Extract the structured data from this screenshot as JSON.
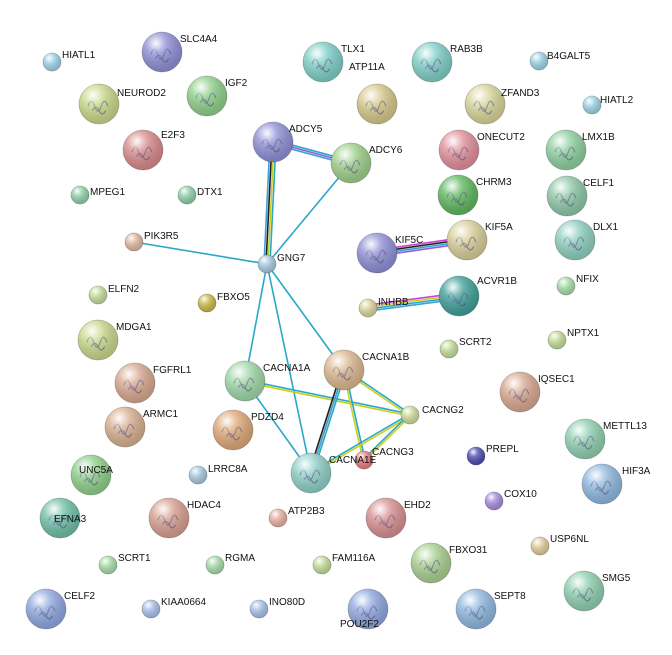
{
  "network": {
    "nodes": [
      {
        "id": "HIATL1",
        "label": "HIATL1",
        "color": "#9ed3e6",
        "icon": "empty-node"
      },
      {
        "id": "SLC4A4",
        "label": "SLC4A4",
        "color": "#8f8fd6",
        "icon": "protein-structure"
      },
      {
        "id": "TLX1",
        "label": "TLX1",
        "color": "#7fcfc8",
        "icon": "protein-structure"
      },
      {
        "id": "RAB3B",
        "label": "RAB3B",
        "color": "#7fcfc8",
        "icon": "protein-structure"
      },
      {
        "id": "B4GALT5",
        "label": "B4GALT5",
        "color": "#9ed3e6",
        "icon": "empty-node"
      },
      {
        "id": "NEUROD2",
        "label": "NEUROD2",
        "color": "#c9d889",
        "icon": "protein-structure"
      },
      {
        "id": "IGF2",
        "label": "IGF2",
        "color": "#8fd08a",
        "icon": "protein-structure"
      },
      {
        "id": "ATP11A",
        "label": "ATP11A",
        "color": "#d6c98a",
        "icon": "protein-structure"
      },
      {
        "id": "ZFAND3",
        "label": "ZFAND3",
        "color": "#d9d59a",
        "icon": "protein-structure"
      },
      {
        "id": "HIATL2",
        "label": "HIATL2",
        "color": "#9ed3e6",
        "icon": "empty-node"
      },
      {
        "id": "E2F3",
        "label": "E2F3",
        "color": "#d98a8a",
        "icon": "protein-structure"
      },
      {
        "id": "ADCY5",
        "label": "ADCY5",
        "color": "#8f8fd6",
        "icon": "protein-structure"
      },
      {
        "id": "ADCY6",
        "label": "ADCY6",
        "color": "#9fd08a",
        "icon": "protein-structure"
      },
      {
        "id": "ONECUT2",
        "label": "ONECUT2",
        "color": "#e28f9b",
        "icon": "protein-structure"
      },
      {
        "id": "LMX1B",
        "label": "LMX1B",
        "color": "#8fd0a0",
        "icon": "protein-structure"
      },
      {
        "id": "MPEG1",
        "label": "MPEG1",
        "color": "#8fd0a8",
        "icon": "empty-node"
      },
      {
        "id": "DTX1",
        "label": "DTX1",
        "color": "#8fd0a8",
        "icon": "empty-node"
      },
      {
        "id": "CHRM3",
        "label": "CHRM3",
        "color": "#5fb85f",
        "icon": "protein-structure"
      },
      {
        "id": "CELF1",
        "label": "CELF1",
        "color": "#8fc8a8",
        "icon": "protein-structure"
      },
      {
        "id": "PIK3R5",
        "label": "PIK3R5",
        "color": "#e0b8a0",
        "icon": "empty-node"
      },
      {
        "id": "GNG7",
        "label": "GNG7",
        "color": "#a8c8e0",
        "icon": "empty-node"
      },
      {
        "id": "KIF5C",
        "label": "KIF5C",
        "color": "#8f8fd6",
        "icon": "protein-structure"
      },
      {
        "id": "KIF5A",
        "label": "KIF5A",
        "color": "#d9cf9a",
        "icon": "protein-structure"
      },
      {
        "id": "DLX1",
        "label": "DLX1",
        "color": "#8fd0c0",
        "icon": "protein-structure"
      },
      {
        "id": "ELFN2",
        "label": "ELFN2",
        "color": "#c4dc9a",
        "icon": "empty-node"
      },
      {
        "id": "FBXO5",
        "label": "FBXO5",
        "color": "#c8b84a",
        "icon": "empty-node"
      },
      {
        "id": "ACVR1B",
        "label": "ACVR1B",
        "color": "#3f9f9a",
        "icon": "protein-structure"
      },
      {
        "id": "NFIX",
        "label": "NFIX",
        "color": "#a8dca8",
        "icon": "empty-node"
      },
      {
        "id": "INHBB",
        "label": "INHBB",
        "color": "#d9d59a",
        "icon": "empty-node"
      },
      {
        "id": "MDGA1",
        "label": "MDGA1",
        "color": "#c9d889",
        "icon": "protein-structure"
      },
      {
        "id": "SCRT2",
        "label": "SCRT2",
        "color": "#c4dc9a",
        "icon": "empty-node"
      },
      {
        "id": "NPTX1",
        "label": "NPTX1",
        "color": "#c4dc9a",
        "icon": "empty-node"
      },
      {
        "id": "CACNA1A",
        "label": "CACNA1A",
        "color": "#9fd8a8",
        "icon": "protein-structure"
      },
      {
        "id": "CACNA1B",
        "label": "CACNA1B",
        "color": "#dcb890",
        "icon": "protein-structure"
      },
      {
        "id": "FGFRL1",
        "label": "FGFRL1",
        "color": "#d8a890",
        "icon": "protein-structure"
      },
      {
        "id": "IQSEC1",
        "label": "IQSEC1",
        "color": "#d8a890",
        "icon": "protein-structure"
      },
      {
        "id": "CACNG2",
        "label": "CACNG2",
        "color": "#d0dc9a",
        "icon": "empty-node"
      },
      {
        "id": "ARMC1",
        "label": "ARMC1",
        "color": "#d8b090",
        "icon": "protein-structure"
      },
      {
        "id": "PDZD4",
        "label": "PDZD4",
        "color": "#e0a878",
        "icon": "protein-structure"
      },
      {
        "id": "METTL13",
        "label": "METTL13",
        "color": "#8fd0b0",
        "icon": "protein-structure"
      },
      {
        "id": "CACNG3",
        "label": "CACNG3",
        "color": "#e87a7a",
        "icon": "empty-node"
      },
      {
        "id": "UNC5A",
        "label": "UNC5A",
        "color": "#8fd08a",
        "icon": "protein-structure"
      },
      {
        "id": "LRRC8A",
        "label": "LRRC8A",
        "color": "#a8c8e0",
        "icon": "empty-node"
      },
      {
        "id": "CACNA1E",
        "label": "CACNA1E",
        "color": "#8fd0c8",
        "icon": "protein-structure"
      },
      {
        "id": "PREPL",
        "label": "PREPL",
        "color": "#4a4ab0",
        "icon": "empty-node"
      },
      {
        "id": "HIF3A",
        "label": "HIF3A",
        "color": "#8fb8e0",
        "icon": "protein-structure"
      },
      {
        "id": "COX10",
        "label": "COX10",
        "color": "#a88ae0",
        "icon": "empty-node"
      },
      {
        "id": "EFNA3",
        "label": "EFNA3",
        "color": "#6fc0a8",
        "icon": "protein-structure"
      },
      {
        "id": "HDAC4",
        "label": "HDAC4",
        "color": "#d8a090",
        "icon": "protein-structure"
      },
      {
        "id": "ATP2B3",
        "label": "ATP2B3",
        "color": "#e8b0a0",
        "icon": "empty-node"
      },
      {
        "id": "EHD2",
        "label": "EHD2",
        "color": "#d89090",
        "icon": "protein-structure"
      },
      {
        "id": "USP6NL",
        "label": "USP6NL",
        "color": "#e0cc9a",
        "icon": "empty-node"
      },
      {
        "id": "FBXO31",
        "label": "FBXO31",
        "color": "#a8d090",
        "icon": "protein-structure"
      },
      {
        "id": "SCRT1",
        "label": "SCRT1",
        "color": "#a8dca8",
        "icon": "empty-node"
      },
      {
        "id": "RGMA",
        "label": "RGMA",
        "color": "#a8dca8",
        "icon": "empty-node"
      },
      {
        "id": "FAM116A",
        "label": "FAM116A",
        "color": "#c4dc9a",
        "icon": "empty-node"
      },
      {
        "id": "SMG5",
        "label": "SMG5",
        "color": "#8fd0b0",
        "icon": "protein-structure"
      },
      {
        "id": "CELF2",
        "label": "CELF2",
        "color": "#8fa8e0",
        "icon": "protein-structure"
      },
      {
        "id": "KIAA0664",
        "label": "KIAA0664",
        "color": "#a8c0e8",
        "icon": "empty-node"
      },
      {
        "id": "INO80D",
        "label": "INO80D",
        "color": "#a8c0e8",
        "icon": "empty-node"
      },
      {
        "id": "POU2F2",
        "label": "POU2F2",
        "color": "#8fa8e0",
        "icon": "protein-structure"
      },
      {
        "id": "SEPT8",
        "label": "SEPT8",
        "color": "#8fb8e0",
        "icon": "protein-structure"
      }
    ],
    "edges": [
      {
        "source": "ADCY5",
        "target": "GNG7",
        "colors": [
          "#2aa8c8",
          "#c8d020",
          "#202020",
          "#3f9fd8"
        ]
      },
      {
        "source": "ADCY5",
        "target": "ADCY6",
        "colors": [
          "#2aa8c8",
          "#8f5fd8",
          "#3f9fd8"
        ]
      },
      {
        "source": "ADCY6",
        "target": "GNG7",
        "colors": [
          "#2aa8c8"
        ]
      },
      {
        "source": "PIK3R5",
        "target": "GNG7",
        "colors": [
          "#2aa8c8"
        ]
      },
      {
        "source": "GNG7",
        "target": "CACNA1A",
        "colors": [
          "#2aa8c8"
        ]
      },
      {
        "source": "GNG7",
        "target": "CACNA1B",
        "colors": [
          "#2aa8c8"
        ]
      },
      {
        "source": "GNG7",
        "target": "CACNA1E",
        "colors": [
          "#2aa8c8"
        ]
      },
      {
        "source": "KIF5C",
        "target": "KIF5A",
        "colors": [
          "#d040d0",
          "#202020",
          "#2aa8c8",
          "#8f5fd8"
        ]
      },
      {
        "source": "INHBB",
        "target": "ACVR1B",
        "colors": [
          "#d040d0",
          "#c8d020",
          "#2aa8c8",
          "#3f9fd8"
        ]
      },
      {
        "source": "CACNA1A",
        "target": "CACNG2",
        "colors": [
          "#2aa8c8",
          "#c8d020"
        ]
      },
      {
        "source": "CACNA1A",
        "target": "CACNA1E",
        "colors": [
          "#2aa8c8"
        ]
      },
      {
        "source": "CACNA1B",
        "target": "CACNG2",
        "colors": [
          "#2aa8c8",
          "#c8d020"
        ]
      },
      {
        "source": "CACNA1B",
        "target": "CACNA1E",
        "colors": [
          "#2aa8c8",
          "#c8d020",
          "#202020"
        ]
      },
      {
        "source": "CACNA1B",
        "target": "CACNG3",
        "colors": [
          "#2aa8c8",
          "#c8d020"
        ]
      },
      {
        "source": "CACNA1E",
        "target": "CACNG2",
        "colors": [
          "#2aa8c8",
          "#c8d020"
        ]
      },
      {
        "source": "CACNG3",
        "target": "CACNG2",
        "colors": [
          "#2aa8c8",
          "#c8d020"
        ]
      },
      {
        "source": "CACNA1B",
        "target": "CACNA1E",
        "colors": [
          "#3f9fd8"
        ]
      }
    ]
  }
}
